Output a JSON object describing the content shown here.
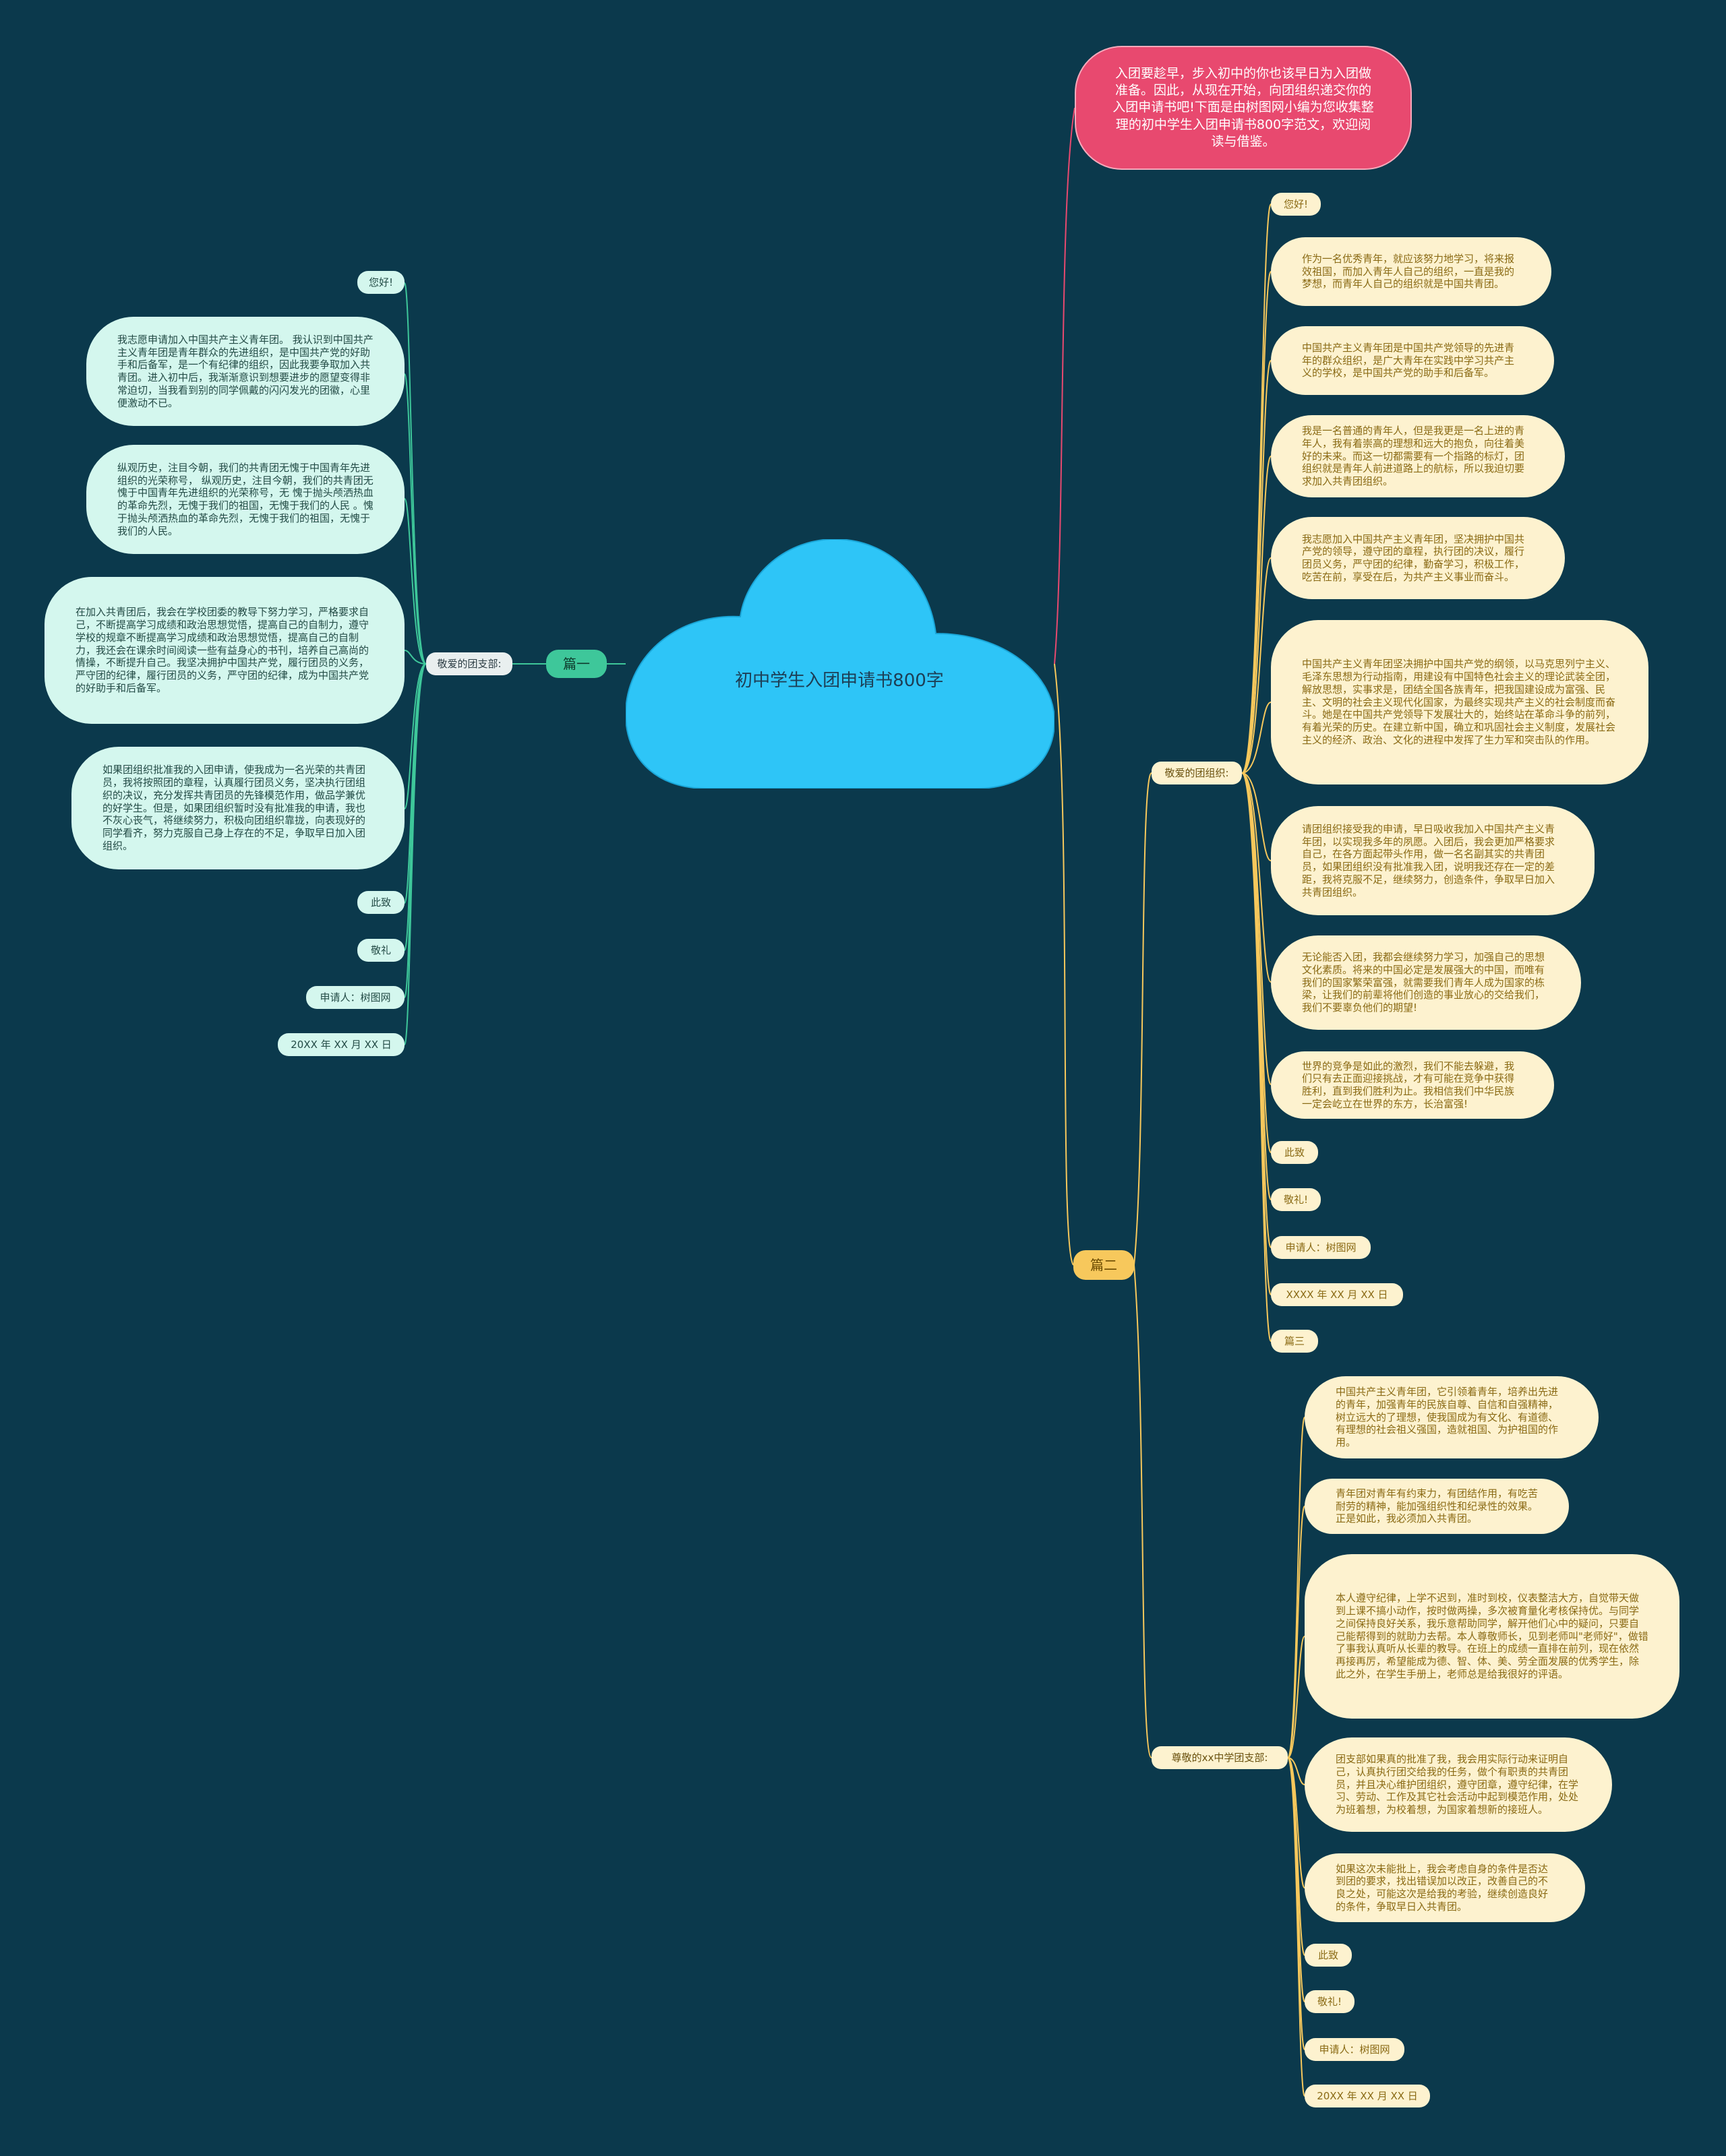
{
  "center": {
    "title": "初中学生入团申请书800字"
  },
  "intro": {
    "text": "入团要趁早，步入初中的你也该早日为入团做准备。因此，从现在开始，向团组织递交你的入团申请书吧!下面是由树图网小编为您收集整理的初中学生入团申请书800字范文，欢迎阅读与借鉴。"
  },
  "part1": {
    "label": "篇一",
    "greeting_group": "敬爱的团支部:",
    "items": [
      "您好!",
      "我志愿申请加入中国共产主义青年团。 我认识到中国共产主义青年团是青年群众的先进组织，是中国共产党的好助手和后备军，是一个有纪律的组织，因此我要争取加入共青团。进入初中后，我渐渐意识到想要进步的愿望变得非常迫切，当我看到别的同学佩戴的闪闪发光的团徽，心里便激动不已。",
      "纵观历史，注目今朝，我们的共青团无愧于中国青年先进组织的光荣称号， 纵观历史，注目今朝，我们的共青团无愧于中国青年先进组织的光荣称号，无 愧于抛头颅洒热血的革命先烈，无愧于我们的祖国，无愧于我们的人民 。愧于抛头颅洒热血的革命先烈，无愧于我们的祖国，无愧于我们的人民。",
      "在加入共青团后，我会在学校团委的教导下努力学习，严格要求自己，不断提高学习成绩和政治思想觉悟，提高自己的自制力，遵守学校的规章不断提高学习成绩和政治思想觉悟，提高自己的自制力，我还会在课余时间阅读一些有益身心的书刊，培养自己高尚的情操，不断提升自己。我坚决拥护中国共产党，履行团员的义务，严守团的纪律，履行团员的义务，严守团的纪律，成为中国共产党的好助手和后备军。",
      "如果团组织批准我的入团申请，使我成为一名光荣的共青团员，我将按照团的章程，认真履行团员义务，坚决执行团组织的决议，充分发挥共青团员的先锋模范作用，做品学兼优的好学生。但是，如果团组织暂时没有批准我的申请，我也不灰心丧气，将继续努力，积极向团组织靠拢，向表现好的同学看齐，努力克服自己身上存在的不足，争取早日加入团组织。",
      "此致",
      "敬礼",
      "申请人：树图网",
      "20XX 年 XX 月 XX 日"
    ]
  },
  "part2": {
    "label": "篇二",
    "greeting_group_1": "敬爱的团组织:",
    "items_1": [
      "您好!",
      "作为一名优秀青年，就应该努力地学习，将来报效祖国，而加入青年人自己的组织，一直是我的梦想，而青年人自己的组织就是中国共青团。",
      "中国共产主义青年团是中国共产党领导的先进青年的群众组织，是广大青年在实践中学习共产主义的学校，是中国共产党的助手和后备军。",
      "我是一名普通的青年人，但是我更是一名上进的青年人，我有着崇高的理想和远大的抱负，向往着美好的未来。而这一切都需要有一个指路的标灯，团组织就是青年人前进道路上的航标，所以我迫切要求加入共青团组织。",
      "我志愿加入中国共产主义青年团，坚决拥护中国共产党的领导，遵守团的章程，执行团的决议，履行团员义务，严守团的纪律，勤奋学习，积极工作，吃苦在前，享受在后，为共产主义事业而奋斗。",
      "中国共产主义青年团坚决拥护中国共产党的纲领，以马克思列宁主义、毛泽东思想为行动指南，用建设有中国特色社会主义的理论武装全团，解放思想，实事求是，团结全国各族青年，把我国建设成为富强、民主、文明的社会主义现代化国家，为最终实现共产主义的社会制度而奋斗。她是在中国共产党领导下发展壮大的，始终站在革命斗争的前列，有着光荣的历史。在建立新中国，确立和巩固社会主义制度，发展社会主义的经济、政治、文化的进程中发挥了生力军和突击队的作用。",
      "请团组织接受我的申请，早日吸收我加入中国共产主义青年团，以实现我多年的夙愿。入团后，我会更加严格要求自己，在各方面起带头作用，做一名名副其实的共青团员，如果团组织没有批准我入团，说明我还存在一定的差距，我将克服不足，继续努力，创造条件，争取早日加入共青团组织。",
      "无论能否入团，我都会继续努力学习，加强自己的思想文化素质。将来的中国必定是发展强大的中国，而唯有我们的国家繁荣富强，就需要我们青年人成为国家的栋梁，让我们的前辈将他们创造的事业放心的交给我们，我们不要辜负他们的期望!",
      "世界的竞争是如此的激烈，我们不能去躲避，我们只有去正面迎接挑战，才有可能在竞争中获得胜利，直到我们胜利为止。我相信我们中华民族一定会屹立在世界的东方，长治富强!",
      "此致",
      "敬礼!",
      "申请人：树图网",
      "XXXX 年 XX 月 XX 日",
      "篇三"
    ],
    "greeting_group_2": "尊敬的xx中学团支部:",
    "items_2": [
      "中国共产主义青年团，它引领着青年，培养出先进的青年，加强青年的民族自尊、自信和自强精神，树立远大的了理想，使我国成为有文化、有道德、有理想的社会祖义强国，造就祖国、为护祖国的作用。",
      "青年团对青年有约束力，有团结作用，有吃苦耐劳的精神，能加强组织性和纪录性的效果。正是如此，我必须加入共青团。",
      "本人遵守纪律，上学不迟到，准时到校，仪表整洁大方，自觉带天做到上课不搞小动作，按时做两操，多次被育量化考核保持优。与同学之间保持良好关系，我乐意帮助同学，解开他们心中的疑问，只要自己能帮得到的就助力去帮。本人尊敬师长，见到老师叫\"老师好\"，做错了事我认真听从长辈的教导。在班上的成绩一直排在前列，现在依然再接再厉，希望能成为德、智、体、美、劳全面发展的优秀学生，除此之外，在学生手册上，老师总是给我很好的评语。",
      "团支部如果真的批准了我，我会用实际行动来证明自己，认真执行团交给我的任务，做个有职责的共青团员，并且决心维护团组织，遵守团章，遵守纪律，在学习、劳动、工作及其它社会活动中起到模范作用，处处为班着想，为校着想，为国家着想新的接班人。",
      "如果这次未能批上，我会考虑自身的条件是否达到团的要求，找出错误加以改正，改善自己的不良之处，可能这次是给我的考验，继续创造良好的条件，争取早日入共青团。",
      "此致",
      "敬礼!",
      "申请人：树图网",
      "20XX 年 XX 月 XX 日"
    ]
  },
  "colors": {
    "background": "#0b394c",
    "cloud": "#2ec5f7",
    "intro": "#e8496f",
    "left_branch": "#3ec79a",
    "right_branch": "#f7c85c"
  }
}
